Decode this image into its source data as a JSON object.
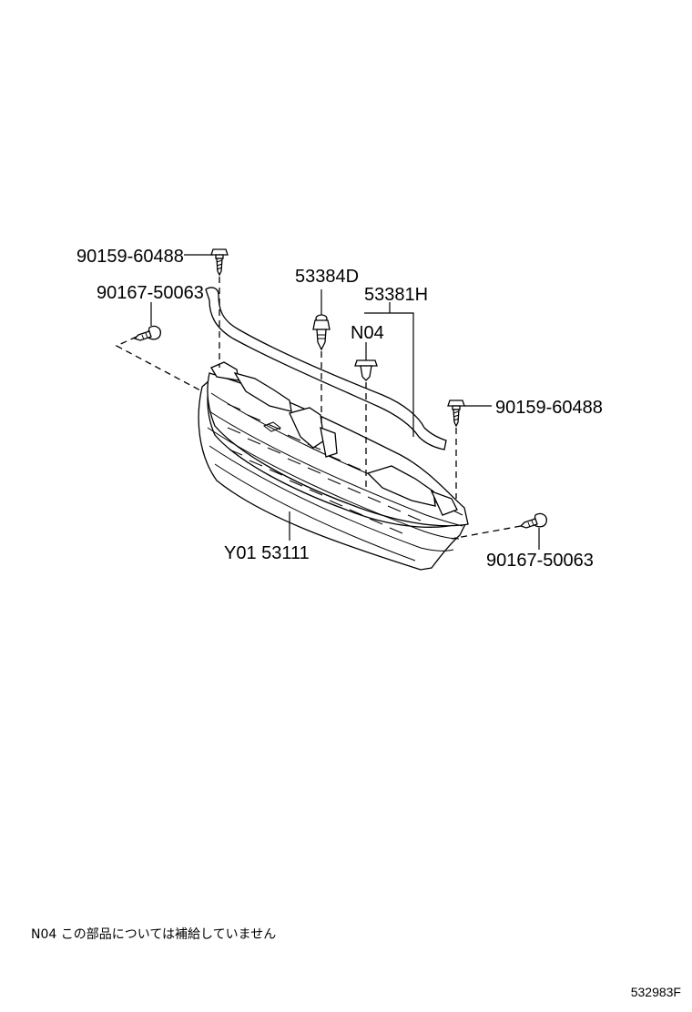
{
  "callouts": {
    "bolt_top_left": "90159-60488",
    "screw_left": "90167-50063",
    "clip_53384d": "53384D",
    "seal_53381h": "53381H",
    "n04": "N04",
    "bolt_right": "90159-60488",
    "grille": "Y01 53111",
    "screw_right": "90167-50063"
  },
  "note": "N04 この部品については補給していません",
  "drawing_number": "532983F"
}
